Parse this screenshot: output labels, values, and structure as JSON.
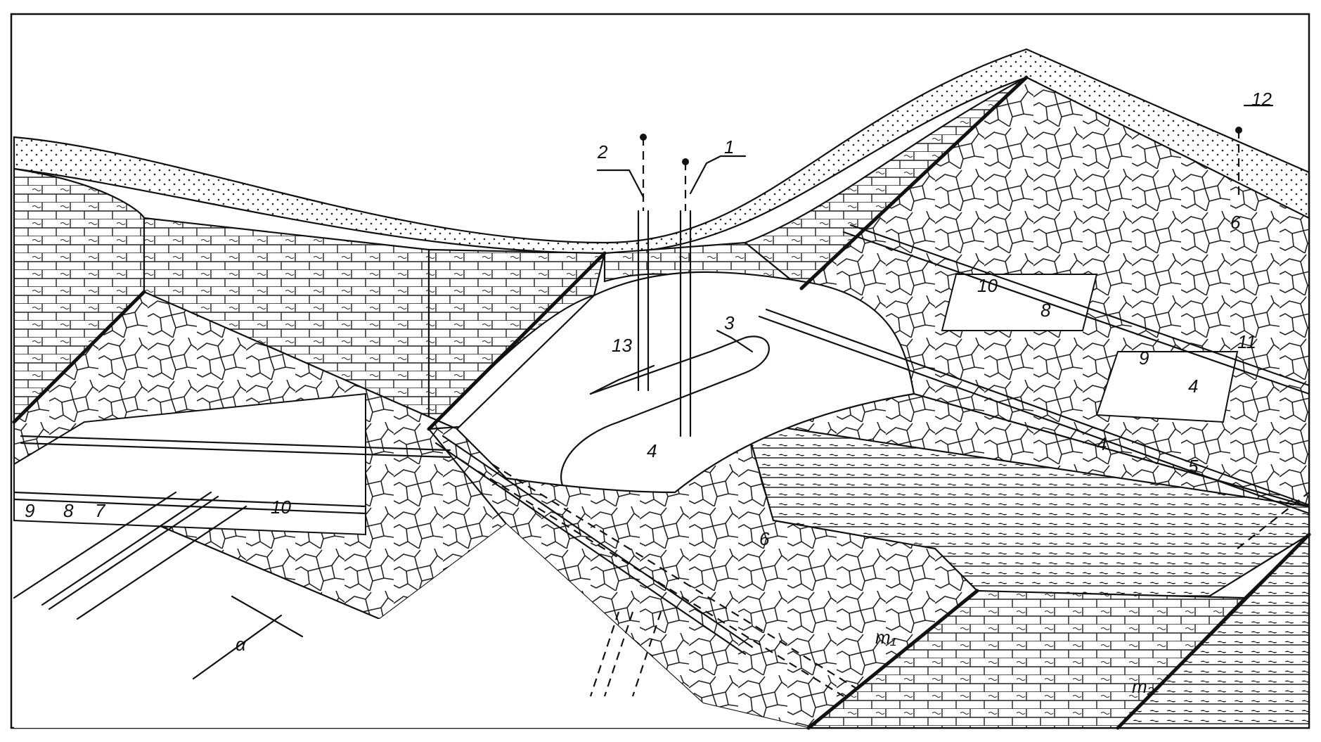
{
  "labels": {
    "l1": "1",
    "l2": "2",
    "l3": "3",
    "l4a": "4",
    "l4b": "4",
    "l4c": "4",
    "l5": "5",
    "l6a": "6",
    "l6b": "6",
    "l7": "7",
    "l8a": "8",
    "l8b": "8",
    "l9a": "9",
    "l9b": "9",
    "l10a": "10",
    "l10b": "10",
    "l11": "11",
    "l12": "12",
    "l13": "13",
    "m1": "m₁",
    "m2": "m₂",
    "alpha": "α"
  },
  "colors": {
    "ink": "#111111",
    "paper": "#ffffff"
  }
}
